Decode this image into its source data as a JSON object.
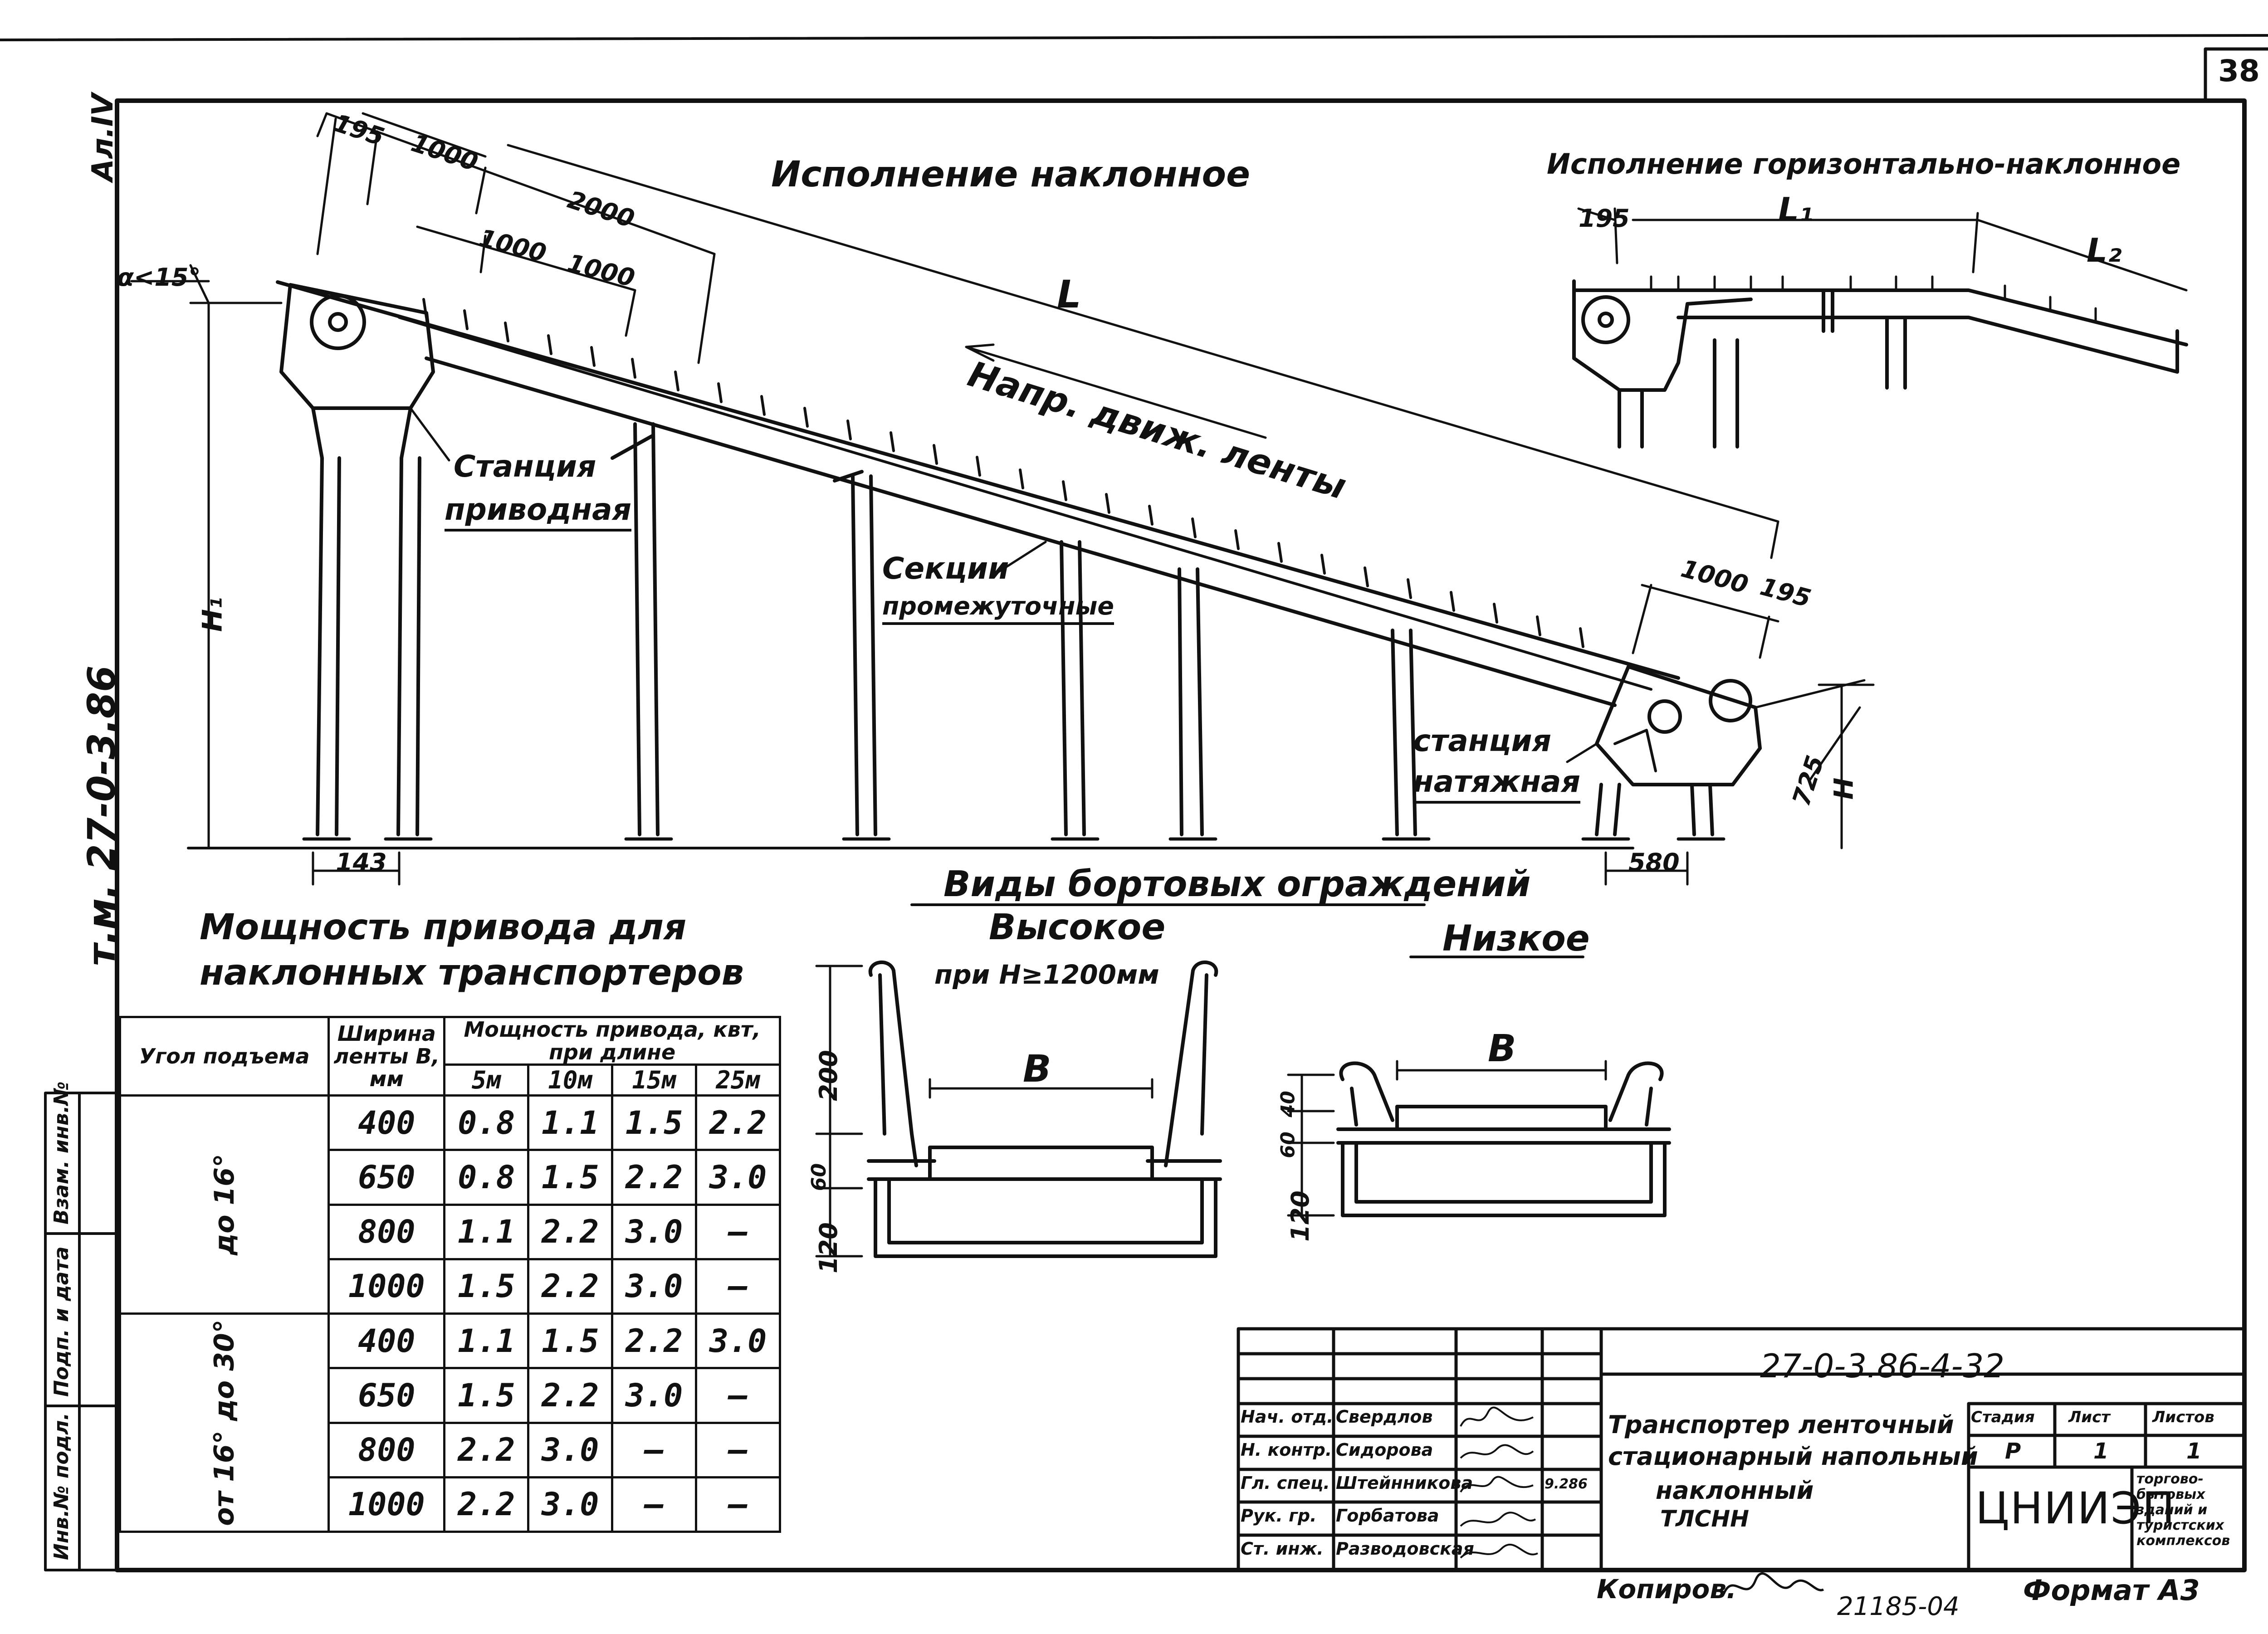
{
  "sheet": {
    "page_number": "38",
    "album_mark": "Ал.IV",
    "series_mark": "т.м. 27-0-3.86"
  },
  "main_view": {
    "title": "Исполнение наклонное",
    "dims": {
      "d195": "195",
      "d1000a": "1000",
      "d2000": "2000",
      "d1000b": "1000",
      "d1000c": "1000",
      "L": "L",
      "angle": "α<15°",
      "H1": "H₁",
      "d143": "143",
      "d1000_end": "1000",
      "d195_end": "195",
      "d725": "725",
      "H": "H",
      "d580": "580"
    },
    "belt_direction": "Напр. движ. ленты",
    "labels": {
      "drive_station_1": "Станция",
      "drive_station_2": "приводная",
      "sections_1": "Секции",
      "sections_2": "промежуточные",
      "tension_station_1": "станция",
      "tension_station_2": "натяжная"
    }
  },
  "secondary_view": {
    "title": "Исполнение горизонтально-наклонное",
    "dims": {
      "d195": "195",
      "L1": "L₁",
      "L2": "L₂"
    }
  },
  "guards": {
    "title": "Виды бортовых ограждений",
    "high": {
      "label": "Высокое",
      "condition": "при H≥1200мм",
      "B": "B",
      "d200": "200",
      "d60": "60",
      "d120": "120"
    },
    "low": {
      "label": "Низкое",
      "B": "B",
      "d40": "40",
      "d60": "60",
      "d120": "120"
    }
  },
  "power_table": {
    "title_1": "Мощность привода для",
    "title_2": "наклонных транспортеров",
    "col_angle": "Угол подъема",
    "col_width": "Ширина ленты B, мм",
    "col_power": "Мощность привода, квт, при длине",
    "lengths": [
      "5м",
      "10м",
      "15м",
      "25м"
    ],
    "groups": [
      {
        "angle": "до 16°",
        "rows": [
          {
            "width": "400",
            "values": [
              "0.8",
              "1.1",
              "1.5",
              "2.2"
            ]
          },
          {
            "width": "650",
            "values": [
              "0.8",
              "1.5",
              "2.2",
              "3.0"
            ]
          },
          {
            "width": "800",
            "values": [
              "1.1",
              "2.2",
              "3.0",
              "—"
            ]
          },
          {
            "width": "1000",
            "values": [
              "1.5",
              "2.2",
              "3.0",
              "—"
            ]
          }
        ]
      },
      {
        "angle": "от 16° до 30°",
        "rows": [
          {
            "width": "400",
            "values": [
              "1.1",
              "1.5",
              "2.2",
              "3.0"
            ]
          },
          {
            "width": "650",
            "values": [
              "1.5",
              "2.2",
              "3.0",
              "—"
            ]
          },
          {
            "width": "800",
            "values": [
              "2.2",
              "3.0",
              "—",
              "—"
            ]
          },
          {
            "width": "1000",
            "values": [
              "2.2",
              "3.0",
              "—",
              "—"
            ]
          }
        ]
      }
    ]
  },
  "side_stamp": {
    "f1": "Инв.№ подл.",
    "f2": "Подп. и дата",
    "f3": "Взам. инв.№"
  },
  "title_block": {
    "doc_number": "27-0-3.86-4-32",
    "title_line1": "Транспортер ленточный",
    "title_line2": "стационарный напольный",
    "title_line3": "наклонный",
    "title_line4": "ТЛСНН",
    "date": "9.286",
    "stage_label": "Стадия",
    "sheet_label": "Лист",
    "sheets_label": "Листов",
    "stage": "Р",
    "sheet": "1",
    "sheets": "1",
    "org": "ЦНИИЭП",
    "org_sub": "торгово-бытовых зданий и туристских комплексов",
    "people": [
      {
        "role": "Нач. отд.",
        "name": "Свердлов"
      },
      {
        "role": "Н. контр.",
        "name": "Сидорова"
      },
      {
        "role": "Гл. спец.",
        "name": "Штейнникова"
      },
      {
        "role": "Рук. гр.",
        "name": "Горбатова"
      },
      {
        "role": "Ст. инж.",
        "name": "Разводовская"
      }
    ],
    "copied_label": "Копиров.",
    "format": "Формат А3",
    "inv_number": "21185-04"
  }
}
